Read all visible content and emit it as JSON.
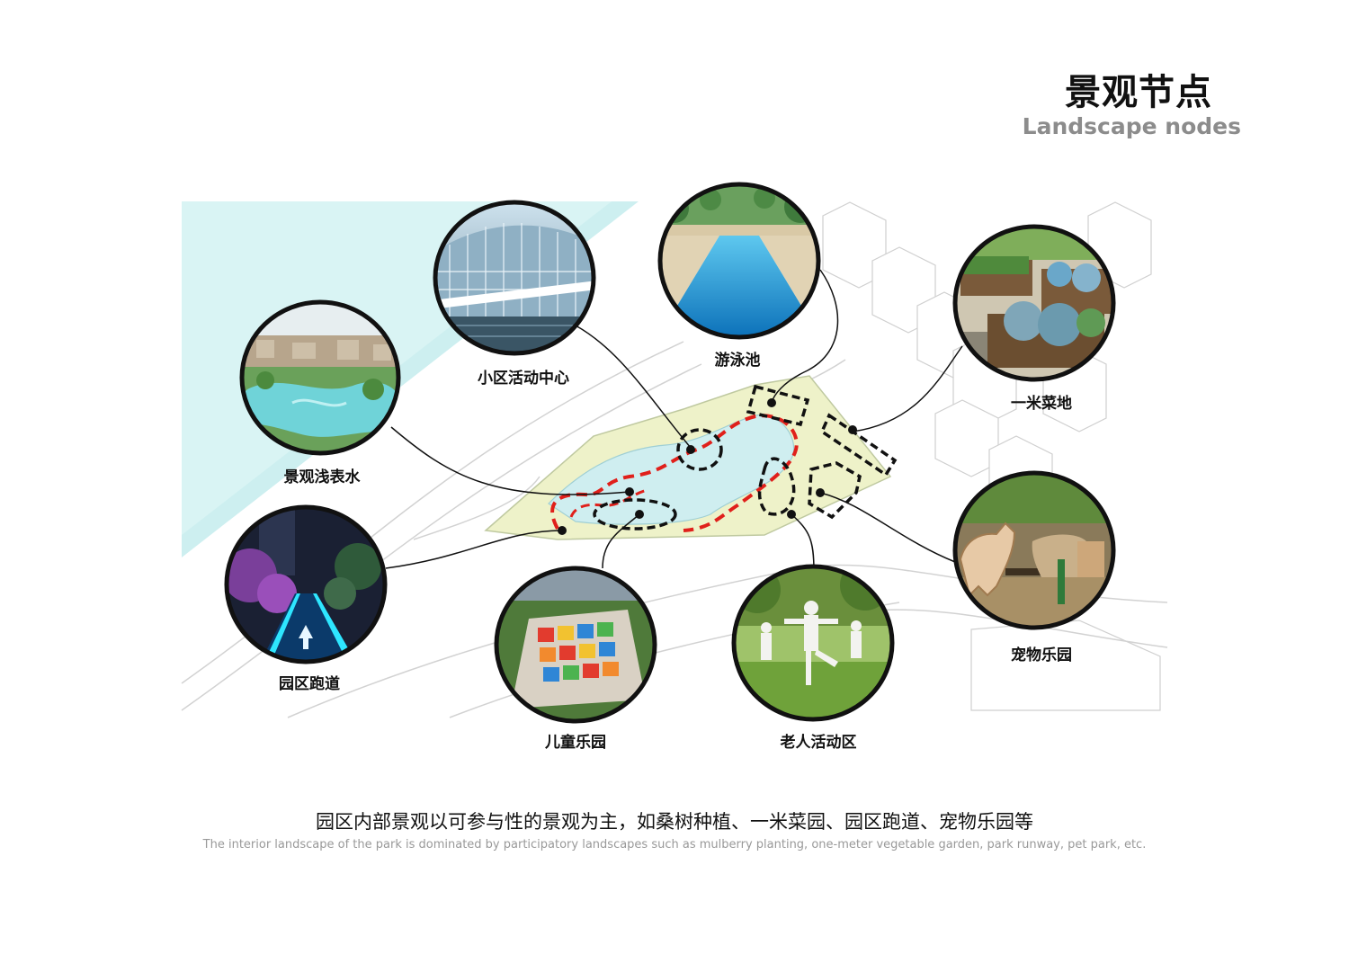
{
  "header": {
    "title_zh": "景观节点",
    "title_en": "Landscape nodes"
  },
  "nodes": [
    {
      "id": "community-center",
      "label": "小区活动中心",
      "icon": "glass-building-photo"
    },
    {
      "id": "swimming-pool",
      "label": "游泳池",
      "icon": "pool-photo"
    },
    {
      "id": "one-meter-vegetable-plot",
      "label": "一米菜地",
      "icon": "vegetable-beds-photo"
    },
    {
      "id": "shallow-water",
      "label": "景观浅表水",
      "icon": "lagoon-photo"
    },
    {
      "id": "park-runway",
      "label": "园区跑道",
      "icon": "night-track-photo"
    },
    {
      "id": "children-playground",
      "label": "儿童乐园",
      "icon": "playground-photo"
    },
    {
      "id": "elderly-activity-area",
      "label": "老人活动区",
      "icon": "taichi-photo"
    },
    {
      "id": "pet-park",
      "label": "宠物乐园",
      "icon": "pet-park-photo"
    }
  ],
  "colors": {
    "route": "#e0201b",
    "plan_fill": "#eef2c9",
    "water": "#cfeef0",
    "coast": "#cdeff0",
    "node_ring": "#111111"
  },
  "caption": {
    "zh": "园区内部景观以可参与性的景观为主，如桑树种植、一米菜园、园区跑道、宠物乐园等",
    "en": "The interior landscape of the park is dominated by participatory landscapes such as mulberry planting, one-meter vegetable garden, park runway, pet park, etc."
  }
}
